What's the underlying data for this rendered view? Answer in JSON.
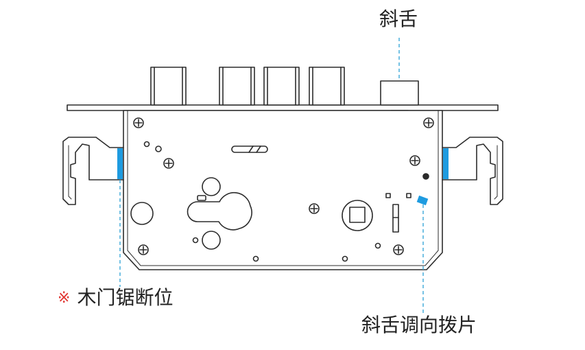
{
  "labels": {
    "latch_bolt": "斜舌",
    "wood_door_cut": "木门锯断位",
    "wood_door_mark": "※",
    "latch_reverse_plate": "斜舌调向拨片"
  },
  "colors": {
    "line": "#2b2b2b",
    "accent_blue": "#1e9be0",
    "leader_blue": "#3aa7d8",
    "mark_red": "#e0332f"
  }
}
